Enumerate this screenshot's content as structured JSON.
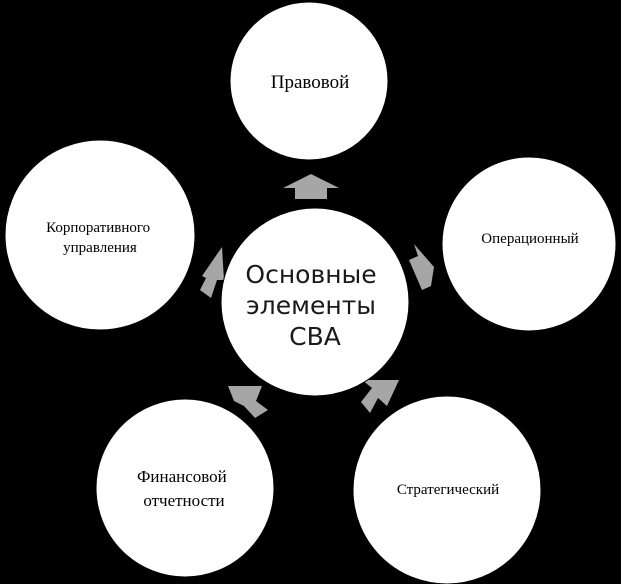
{
  "diagram": {
    "center": {
      "lines": [
        "Основные",
        "элементы",
        "СВА"
      ]
    },
    "nodes": {
      "pravovoy": {
        "lines": [
          "Правовой"
        ]
      },
      "operatsionny": {
        "lines": [
          "Операционный"
        ]
      },
      "strategicheskiy": {
        "lines": [
          "Стратегический"
        ]
      },
      "finansovoy": {
        "lines": [
          "Финансовой",
          "отчетности"
        ]
      },
      "korporativnogo": {
        "lines": [
          "Корпоративного",
          "управления"
        ]
      }
    },
    "colors": {
      "background": "#000000",
      "circle_fill": "#ffffff",
      "arrow_fill": "#a6a6a6",
      "text": "#000000"
    }
  }
}
